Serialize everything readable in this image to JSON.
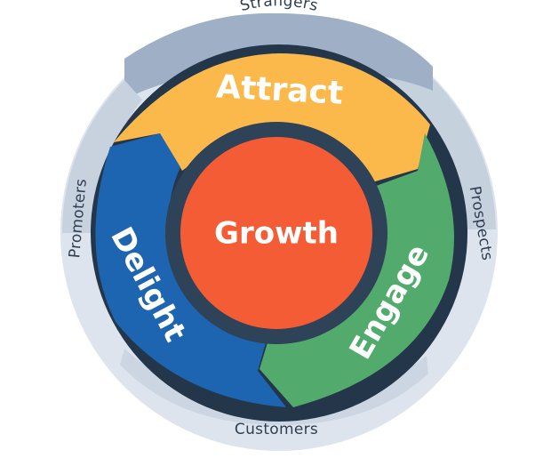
{
  "diagram": {
    "outer_ring": {
      "labels": {
        "top": "Strangers",
        "right": "Prospects",
        "bottom": "Customers",
        "left": "Promoters"
      }
    },
    "stages": {
      "attract": {
        "label": "Attract",
        "color": "#fbb94c"
      },
      "engage": {
        "label": "Engage",
        "color": "#52ab6d"
      },
      "delight": {
        "label": "Delight",
        "color": "#1e65b1"
      }
    },
    "center": {
      "label": "Growth",
      "color": "#f35c35",
      "ring_color": "#2e4258"
    },
    "colors": {
      "ring_outline": "#243649",
      "outer_ring_dark": "#9fb0c6",
      "outer_ring_mid": "#c3cedc",
      "outer_ring_light": "#dde4ed"
    }
  }
}
